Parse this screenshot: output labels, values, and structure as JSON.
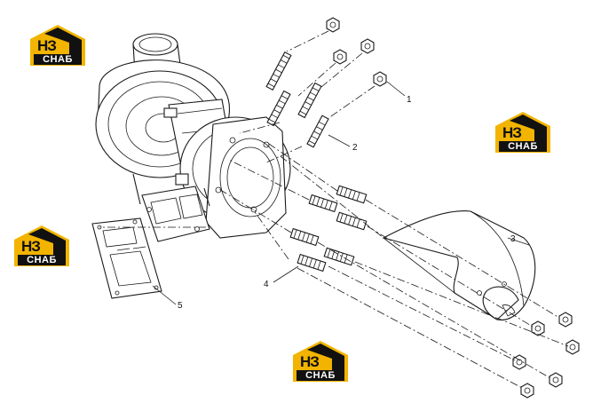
{
  "brand": {
    "mark_top": "НЗ",
    "mark_bottom": "СНАБ",
    "color_yellow": "#F2B400",
    "color_black": "#111111"
  },
  "callouts": [
    "1",
    "2",
    "3",
    "4",
    "5"
  ],
  "parts": {
    "nut": "hex-nut-icon",
    "stud": "threaded-stud-icon",
    "shield": "heat-shield-icon",
    "gasket": "gasket-icon",
    "turbo": "turbocharger-icon"
  }
}
